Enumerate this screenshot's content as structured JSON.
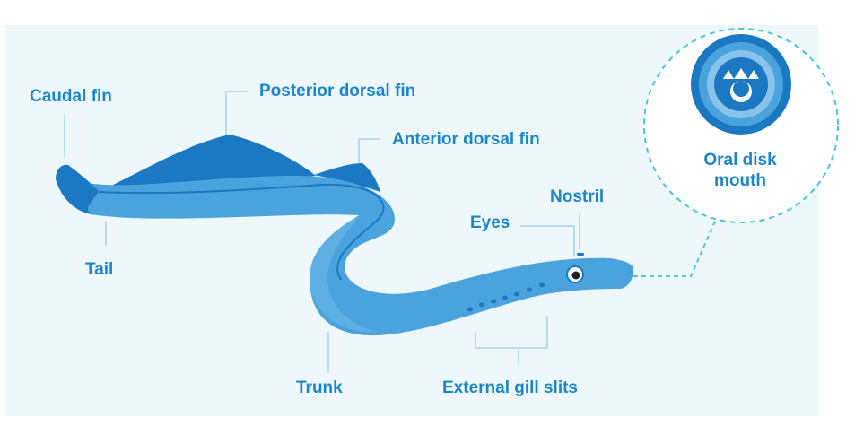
{
  "labels": {
    "caudal_fin": "Caudal fin",
    "posterior_dorsal_fin": "Posterior dorsal fin",
    "anterior_dorsal_fin": "Anterior dorsal fin",
    "nostril": "Nostril",
    "eyes": "Eyes",
    "tail": "Tail",
    "trunk": "Trunk",
    "external_gill_slits": "External gill slits",
    "oral_disk_line1": "Oral disk",
    "oral_disk_line2": "mouth"
  },
  "colors": {
    "panel_bg": "#eef8fc",
    "body_blue": "#4ba3de",
    "body_light": "#6bb8e8",
    "fin_dark": "#1a79c2",
    "label_blue": "#1a86cc",
    "leader_line": "#a7d3ef",
    "dashed": "#4cc3e0"
  }
}
